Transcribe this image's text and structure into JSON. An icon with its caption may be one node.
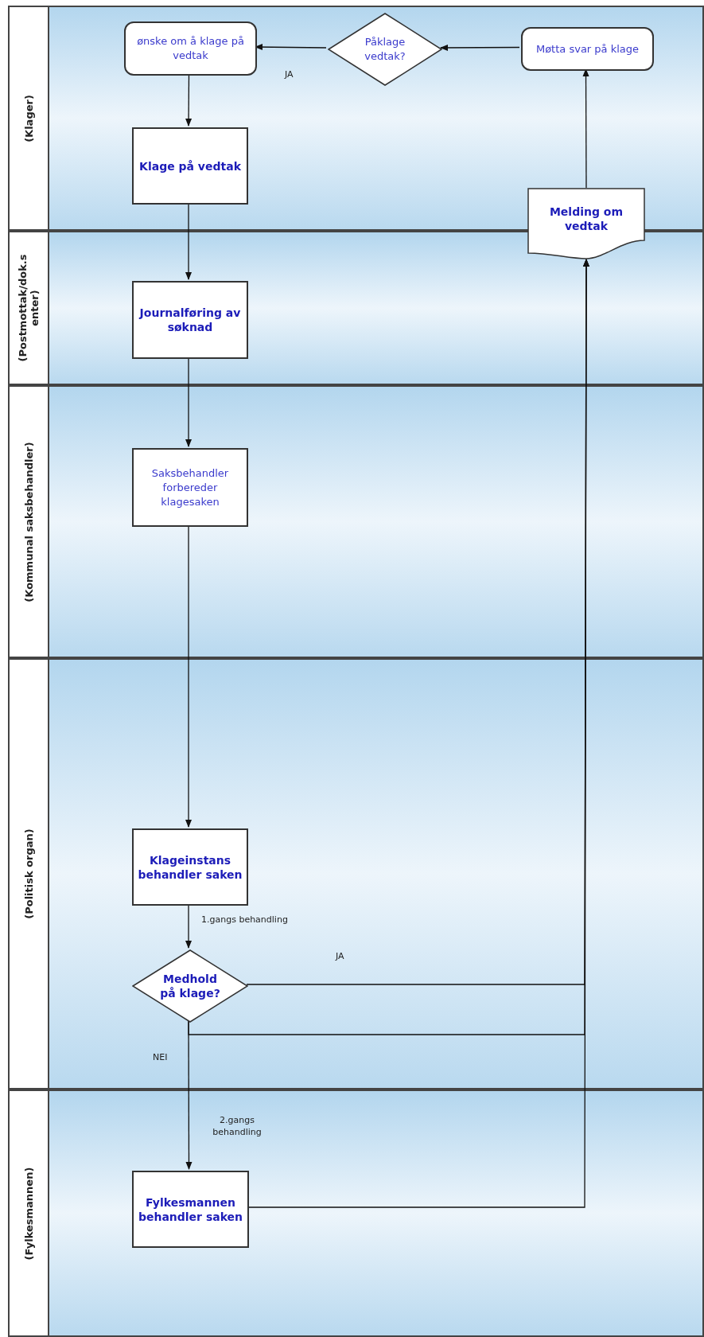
{
  "diagram": {
    "nodes": [
      {
        "text": [
          "(Klager)"
        ]
      },
      {
        "text": [
          "ønske om å klage på vedtak"
        ],
        "in": 0
      },
      {
        "text": [
          "Påklage vedtak?"
        ],
        "in": 0
      },
      {
        "text": [
          "Møtta svar på klage"
        ],
        "in": 0
      },
      {
        "text": [
          "Klage på vedtak"
        ],
        "in": 0
      },
      {
        "text": [
          "Melding om vedtak"
        ]
      },
      {
        "text": [
          "(Postmottak/dok.s enter)"
        ]
      },
      {
        "text": [
          "Journalføring av søknad"
        ],
        "in": 6
      },
      {
        "text": [
          "(Kommunal saksbehandler)"
        ]
      },
      {
        "text": [
          "Saksbehandler forbereder klagesaken"
        ],
        "in": 8
      },
      {
        "text": [
          "(Politisk organ)"
        ]
      },
      {
        "text": [
          "Klageinstans behandler saken"
        ],
        "in": 10
      },
      {
        "text": [
          "Medhold på klage?"
        ],
        "in": 10
      },
      {
        "text": [
          "(Fylkesmannen)"
        ]
      },
      {
        "text": [
          "Fylkesmannen behandler saken"
        ],
        "in": 13
      }
    ],
    "edges": [
      {
        "from": 1,
        "to": 4,
        "arrow": "to"
      },
      {
        "from": 4,
        "to": 7,
        "arrow": "to"
      },
      {
        "from": 7,
        "to": 9,
        "arrow": "to"
      },
      {
        "from": 9,
        "to": 11,
        "arrow": "to"
      },
      {
        "from": 11,
        "to": 12,
        "arrow": "to",
        "label": "1.gangs behandling"
      },
      {
        "from": 12,
        "to": 5,
        "arrow": "to",
        "label": "JA"
      },
      {
        "from": 12,
        "to": 14,
        "arrow": "to",
        "label": "NEI"
      },
      {
        "from": 12,
        "to": 5,
        "arrow": "to"
      },
      {
        "from": 14,
        "to": 5,
        "arrow": "to"
      },
      {
        "from": 5,
        "to": 3,
        "arrow": "to"
      },
      {
        "from": 3,
        "to": 2,
        "arrow": "to"
      },
      {
        "from": 2,
        "to": 1,
        "arrow": "to",
        "label": "JA"
      }
    ],
    "labels": [
      "2.gangs behandling"
    ]
  }
}
